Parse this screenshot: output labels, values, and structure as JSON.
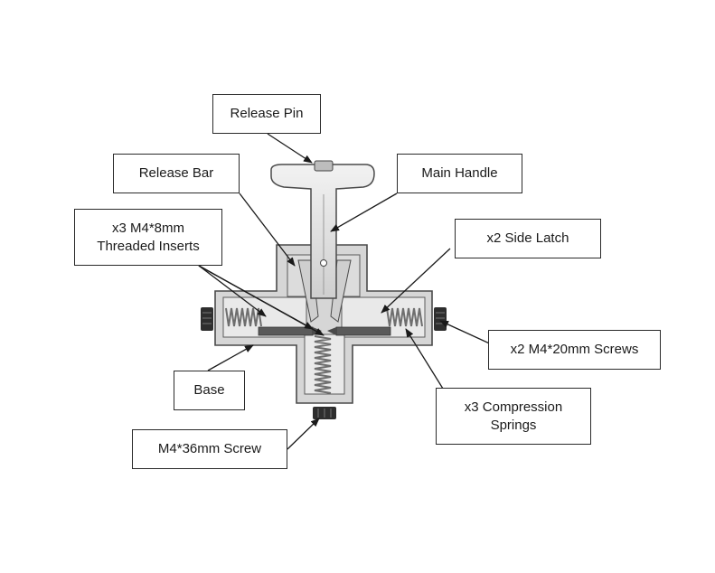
{
  "colors": {
    "body_fill": "#d6d6d6",
    "body_stroke": "#4a4a4a",
    "spring": "#6e6e6e",
    "leader": "#1a1a1a",
    "latch_bar": "#5a5a5a",
    "screw_head": "#2e2e2e"
  },
  "labels": {
    "release_pin": "Release Pin",
    "release_bar": "Release Bar",
    "main_handle": "Main Handle",
    "threaded_inserts": "x3 M4*8mm\nThreaded Inserts",
    "side_latch": "x2 Side Latch",
    "side_screws": "x2 M4*20mm Screws",
    "base": "Base",
    "compression_springs": "x3 Compression\nSprings",
    "bottom_screw": "M4*36mm Screw"
  }
}
